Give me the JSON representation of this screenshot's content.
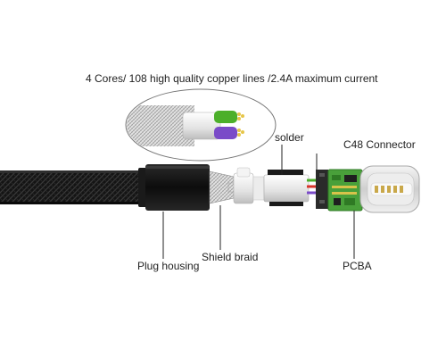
{
  "headline": "4 Cores/ 108 high quality copper lines /2.4A maximum current",
  "labels": {
    "plug_housing": "Plug housing",
    "shield_braid": "Shield braid",
    "pcba": "PCBA",
    "solder": "solder",
    "connector": "C48 Connector"
  },
  "colors": {
    "cable_black": "#1a1a1a",
    "wire_green": "#4caf2a",
    "wire_purple": "#7a4bc8",
    "wire_red": "#d9342b",
    "wire_white": "#e8e8e8",
    "pcba_green": "#49a03a",
    "plug_silver": "#d8d8d8"
  }
}
